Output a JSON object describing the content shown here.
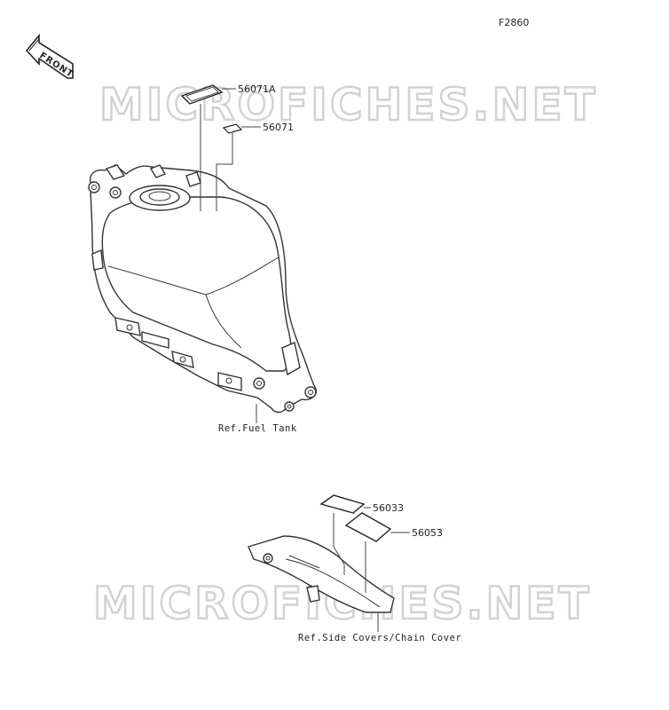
{
  "diagram": {
    "figure_code": "F2860",
    "front_marker": "FRONT",
    "watermark": "MICROFICHES.NET",
    "callouts": [
      {
        "id": "label-56071a",
        "text": "56071A"
      },
      {
        "id": "label-56071",
        "text": "56071"
      },
      {
        "id": "label-56033",
        "text": "56033"
      },
      {
        "id": "label-56053",
        "text": "56053"
      }
    ],
    "references": {
      "fuel_tank": "Ref.Fuel Tank",
      "side_covers": "Ref.Side Covers/Chain Cover"
    }
  }
}
